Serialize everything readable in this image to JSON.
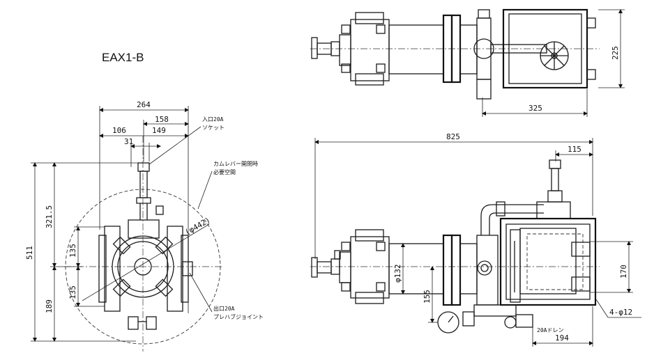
{
  "model": "EAX1-B",
  "front_view": {
    "dims": {
      "width_total": "264",
      "to_inlet": "158",
      "left": "106",
      "right": "149",
      "offset": "31",
      "height_total": "511",
      "upper": "321.5",
      "lower": "189",
      "arm_upper": "135",
      "arm_lower": "135",
      "circle": "(φ442)"
    },
    "labels": {
      "inlet": "入口20A",
      "inlet_type": "ソケット",
      "cam_lever": "カムレバー開閉時",
      "cam_space": "必要空間",
      "outlet": "出口20A",
      "outlet_type": "プレハブジョイント"
    }
  },
  "top_view": {
    "dims": {
      "depth": "225",
      "frame_width": "325"
    }
  },
  "side_view": {
    "dims": {
      "length_total": "825",
      "top_offset": "115",
      "diameter": "φ132",
      "height": "155",
      "frame_height": "170",
      "frame_width": "194",
      "holes": "4-φ12"
    },
    "labels": {
      "drain": "20Aドレン"
    }
  }
}
